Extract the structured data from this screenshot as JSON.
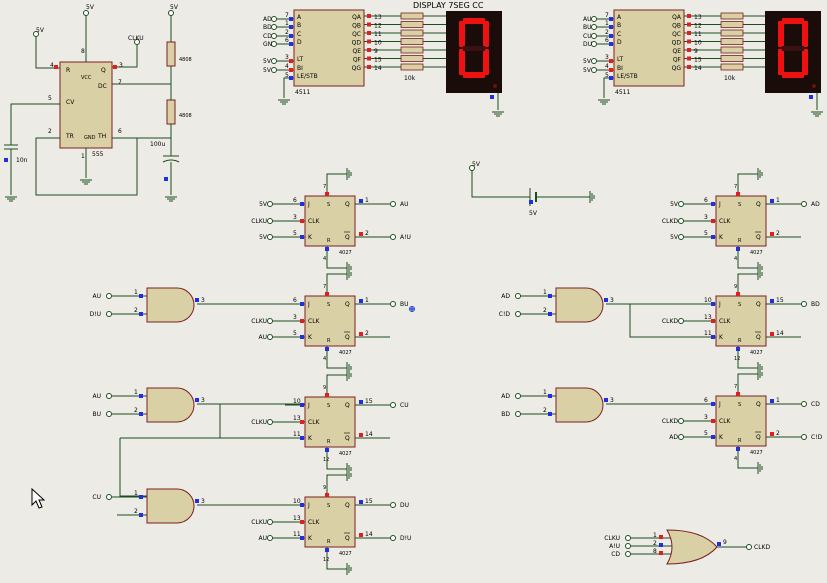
{
  "title": "DISPLAY 7SEG CC",
  "timer": {
    "part": "555",
    "pins": {
      "r": "R",
      "vcc": "VCC",
      "q": "Q",
      "dc": "DC",
      "cv": "CV",
      "tr": "TR",
      "gnd": "GND",
      "th": "TH"
    },
    "pin_nums": {
      "p4": "4",
      "p8": "8",
      "p3": "3",
      "p7": "7",
      "p5": "5",
      "p2": "2",
      "p6": "6",
      "p1": "1"
    },
    "vcc_label": "5V",
    "r_vcc": "5V",
    "clk_out": "CLKU",
    "r1": "4808",
    "r2": "4808",
    "c1": "10n",
    "c2": "100u"
  },
  "decoders": [
    {
      "part": "4511",
      "inputs": [
        "AD",
        "BD",
        "CD",
        "GND"
      ],
      "in_nums": [
        "7",
        "1",
        "2",
        "6"
      ],
      "ctrl": [
        "5V",
        "5V"
      ],
      "ctrl_nums": [
        "3",
        "4",
        "5"
      ],
      "left_pins": [
        "A",
        "B",
        "C",
        "D",
        "LT",
        "BI",
        "LE/STB"
      ],
      "right_pins": [
        "QA",
        "QB",
        "QC",
        "QD",
        "QE",
        "QF",
        "QG"
      ],
      "out_nums": [
        "13",
        "12",
        "11",
        "10",
        "9",
        "15",
        "14"
      ],
      "res": "10k"
    },
    {
      "part": "4511",
      "inputs": [
        "AU",
        "BU",
        "CU",
        "DU"
      ],
      "in_nums": [
        "7",
        "1",
        "2",
        "6"
      ],
      "ctrl": [
        "5V",
        "5V"
      ],
      "ctrl_nums": [
        "3",
        "4",
        "5"
      ],
      "left_pins": [
        "A",
        "B",
        "C",
        "D",
        "LT",
        "BI",
        "LE/STB"
      ],
      "right_pins": [
        "QA",
        "QB",
        "QC",
        "QD",
        "QE",
        "QF",
        "QG"
      ],
      "out_nums": [
        "13",
        "12",
        "11",
        "10",
        "9",
        "15",
        "14"
      ],
      "res": "10k"
    }
  ],
  "displays": [
    {
      "digit": "0"
    },
    {
      "digit": "0"
    }
  ],
  "ff_pins": {
    "j": "J",
    "clk": "CLK",
    "k": "K",
    "q": "Q",
    "qn": "Q",
    "s": "S",
    "r": "R",
    "part": "4027"
  },
  "flipflops_left": [
    {
      "in": [
        "5V",
        "CLKU",
        "5V"
      ],
      "in_nums": [
        "6",
        "3",
        "5"
      ],
      "out": [
        "AU",
        "A!U"
      ],
      "out_nums": [
        "1",
        "2"
      ],
      "top": "7",
      "bot": "4"
    },
    {
      "in": [
        "",
        "CLKU",
        "AU"
      ],
      "in_nums": [
        "6",
        "3",
        "5"
      ],
      "out": [
        "BU",
        ""
      ],
      "out_nums": [
        "1",
        "2"
      ],
      "top": "7",
      "bot": "4"
    },
    {
      "in": [
        "",
        "CLKU",
        ""
      ],
      "in_nums": [
        "10",
        "13",
        "11"
      ],
      "out": [
        "CU",
        ""
      ],
      "out_nums": [
        "15",
        "14"
      ],
      "top": "9",
      "bot": "12"
    },
    {
      "in": [
        "",
        "CLKU",
        "AU"
      ],
      "in_nums": [
        "10",
        "13",
        "11"
      ],
      "out": [
        "DU",
        "D!U"
      ],
      "out_nums": [
        "15",
        "14"
      ],
      "top": "9",
      "bot": "12"
    }
  ],
  "flipflops_right": [
    {
      "in": [
        "5V",
        "CLKD",
        "5V"
      ],
      "in_nums": [
        "6",
        "3",
        "5"
      ],
      "out": [
        "AD",
        ""
      ],
      "out_nums": [
        "1",
        "2"
      ],
      "top": "7",
      "bot": "4"
    },
    {
      "in": [
        "",
        "CLKD",
        ""
      ],
      "in_nums": [
        "10",
        "13",
        "11"
      ],
      "out": [
        "BD",
        ""
      ],
      "out_nums": [
        "15",
        "14"
      ],
      "top": "9",
      "bot": "12"
    },
    {
      "in": [
        "",
        "CLKD",
        "AD"
      ],
      "in_nums": [
        "6",
        "3",
        "5"
      ],
      "out": [
        "CD",
        "C!D"
      ],
      "out_nums": [
        "1",
        "2"
      ],
      "top": "7",
      "bot": "4"
    }
  ],
  "gates_left": [
    {
      "in": [
        "AU",
        "D!U"
      ],
      "nums": [
        "1",
        "2",
        "3"
      ]
    },
    {
      "in": [
        "AU",
        "BU"
      ],
      "nums": [
        "1",
        "2",
        "3"
      ]
    },
    {
      "in": [
        "CU",
        ""
      ],
      "nums": [
        "1",
        "2",
        "3"
      ]
    }
  ],
  "gates_right": [
    {
      "in": [
        "AD",
        "C!D"
      ],
      "nums": [
        "1",
        "2",
        "3"
      ]
    },
    {
      "in": [
        "AD",
        "BD"
      ],
      "nums": [
        "1",
        "2",
        "3"
      ]
    }
  ],
  "battery": {
    "top": "5V",
    "label": "5V"
  },
  "or_gate": {
    "in": [
      "CLKU",
      "A!U",
      "CD"
    ],
    "in_nums": [
      "1",
      "2",
      "8"
    ],
    "out": "CLKD",
    "out_num": "9"
  },
  "misc": {
    "supply": "5V",
    "gnd": "GND"
  }
}
